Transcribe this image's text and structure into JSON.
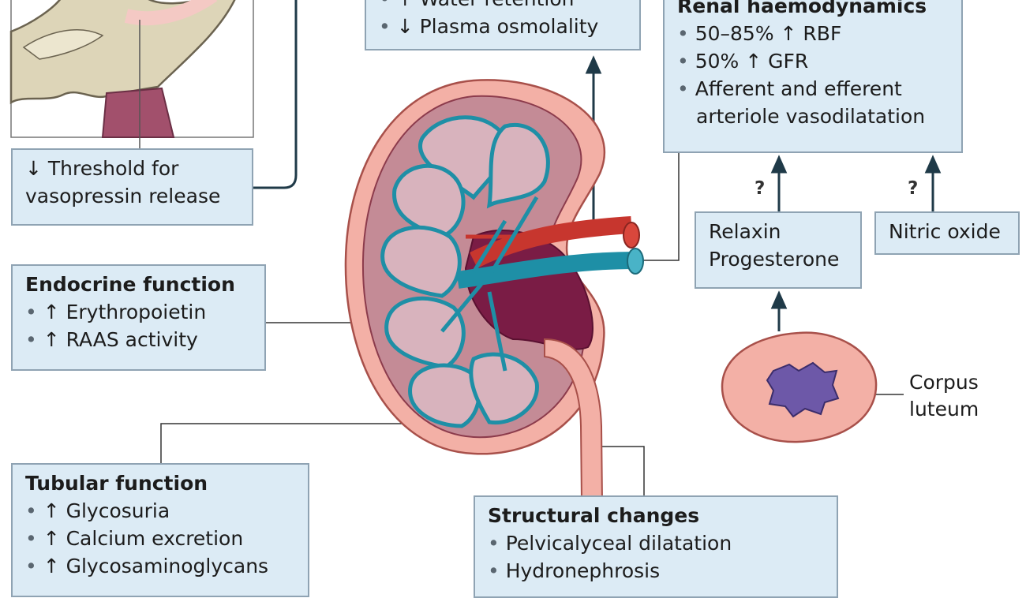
{
  "chart_data": {
    "type": "diagram",
    "nodes": [
      {
        "id": "vasopressin",
        "text": [
          "↓ Threshold for",
          "vasopressin release"
        ]
      },
      {
        "id": "water",
        "items": [
          "↑ Water retention",
          "↓ Plasma osmolality"
        ]
      },
      {
        "id": "renal",
        "title": "Renal haemodynamics",
        "items": [
          "50–85% ↑ RBF",
          "50% ↑ GFR",
          "Afferent and efferent",
          "arteriole vasodilatation"
        ]
      },
      {
        "id": "endocrine",
        "title": "Endocrine function",
        "items": [
          "↑ Erythropoietin",
          "↑ RAAS activity"
        ]
      },
      {
        "id": "relaxin",
        "text": [
          "Relaxin",
          "Progesterone"
        ]
      },
      {
        "id": "nitric",
        "text": [
          "Nitric oxide"
        ]
      },
      {
        "id": "corpus",
        "text": [
          "Corpus",
          "luteum"
        ]
      },
      {
        "id": "tubular",
        "title": "Tubular function",
        "items": [
          "↑ Glycosuria",
          "↑ Calcium excretion",
          "↑ Glycosaminoglycans"
        ]
      },
      {
        "id": "structural",
        "title": "Structural changes",
        "items": [
          "Pelvicalyceal dilatation",
          "Hydronephrosis"
        ]
      }
    ],
    "edges": [
      {
        "from": "kidney",
        "to": "water"
      },
      {
        "from": "relaxin",
        "to": "renal",
        "label": "?"
      },
      {
        "from": "nitric",
        "to": "renal",
        "label": "?"
      },
      {
        "from": "corpus",
        "to": "relaxin"
      },
      {
        "from": "vasopressin",
        "to": "pituitary"
      },
      {
        "from": "kidney",
        "to": "endocrine"
      },
      {
        "from": "kidney",
        "to": "tubular"
      },
      {
        "from": "ureter",
        "to": "structural"
      },
      {
        "from": "renal-vessels",
        "to": "renal"
      }
    ]
  },
  "labels": {
    "question_mark": "?"
  }
}
